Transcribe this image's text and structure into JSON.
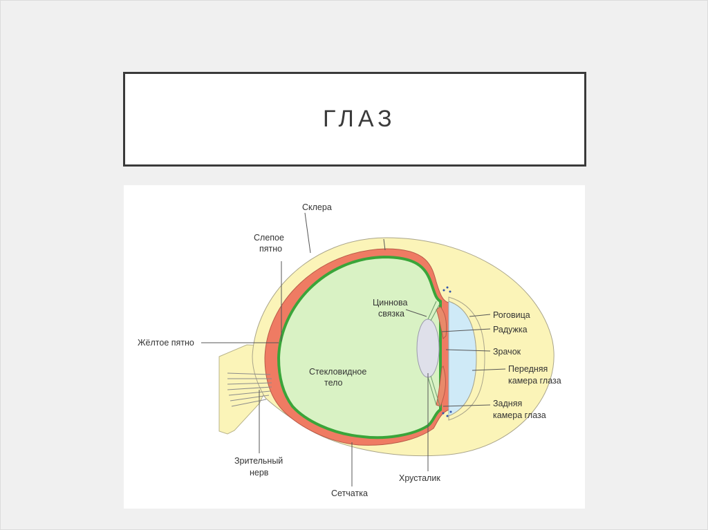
{
  "slide": {
    "title": "ГЛАЗ"
  },
  "diagram": {
    "labels": {
      "sclera": "Склера",
      "blind_spot_1": "Слепое",
      "blind_spot_2": "пятно",
      "zinn_1": "Циннова",
      "zinn_2": "связка",
      "cornea": "Роговица",
      "iris": "Радужка",
      "pupil": "Зрачок",
      "macula": "Жёлтое пятно",
      "vitreous_1": "Стекловидное",
      "vitreous_2": "тело",
      "anterior_1": "Передняя",
      "anterior_2": "камера глаза",
      "posterior_1": "Задняя",
      "posterior_2": "камера глаза",
      "optic_1": "Зрительный",
      "optic_2": "нерв",
      "lens": "Хрусталик",
      "retina": "Сетчатка"
    },
    "colors": {
      "sclera": "#fbf4b8",
      "choroid": "#ef7b63",
      "retina": "#3aa53a",
      "vitreous": "#d9f2c4",
      "lens": "#dfe0ea",
      "anterior_chamber": "#cfeaf7",
      "iris": "#e88a6a"
    }
  }
}
